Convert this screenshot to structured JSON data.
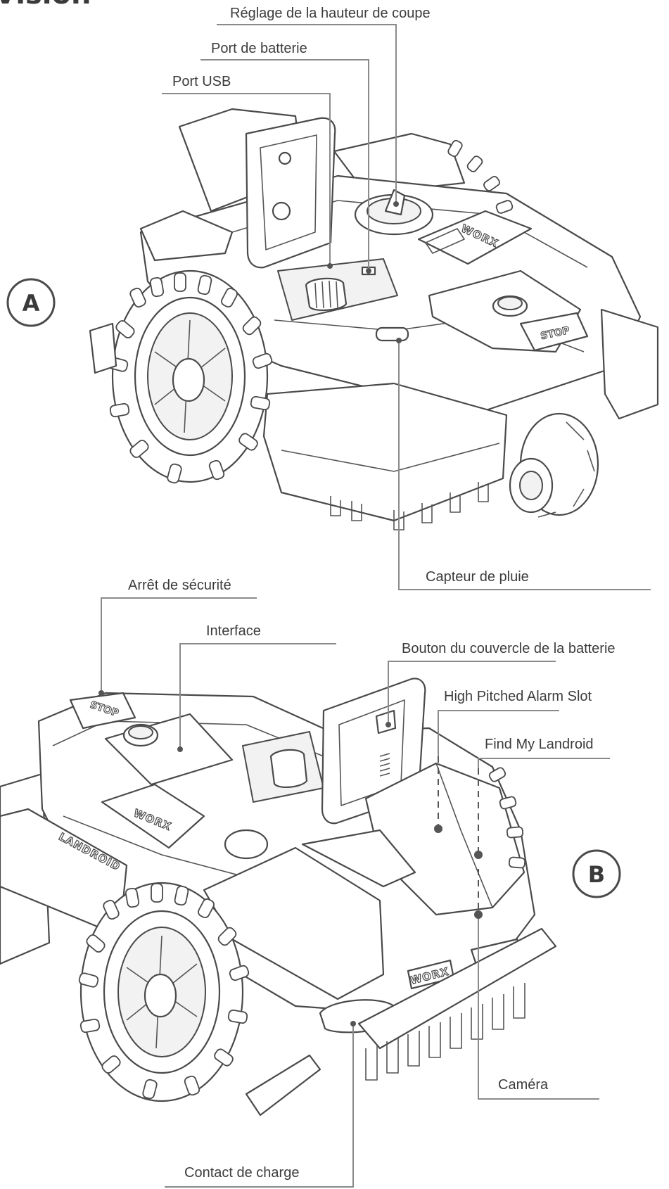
{
  "header": {
    "title": "Vision"
  },
  "views": {
    "a": {
      "badge": "A",
      "labels": {
        "height_adjust": "Réglage de la hauteur de coupe",
        "battery_port": "Port de batterie",
        "usb_port": "Port USB",
        "rain_sensor": "Capteur de pluie"
      },
      "markings": {
        "brand": "WORX",
        "stop": "STOP"
      }
    },
    "b": {
      "badge": "B",
      "labels": {
        "safety_stop": "Arrêt de sécurité",
        "interface": "Interface",
        "battery_cover_button": "Bouton du couvercle de la batterie",
        "alarm_slot": "High Pitched Alarm Slot",
        "find_landroid": "Find My Landroid",
        "camera": "Caméra",
        "charge_contact": "Contact de charge"
      },
      "markings": {
        "brand": "WORX",
        "stop": "STOP",
        "side_brand": "LANDROID"
      }
    }
  },
  "colors": {
    "ink": "#4a4a4a",
    "leader": "#8a8a8a",
    "text": "#3c3c3c"
  }
}
